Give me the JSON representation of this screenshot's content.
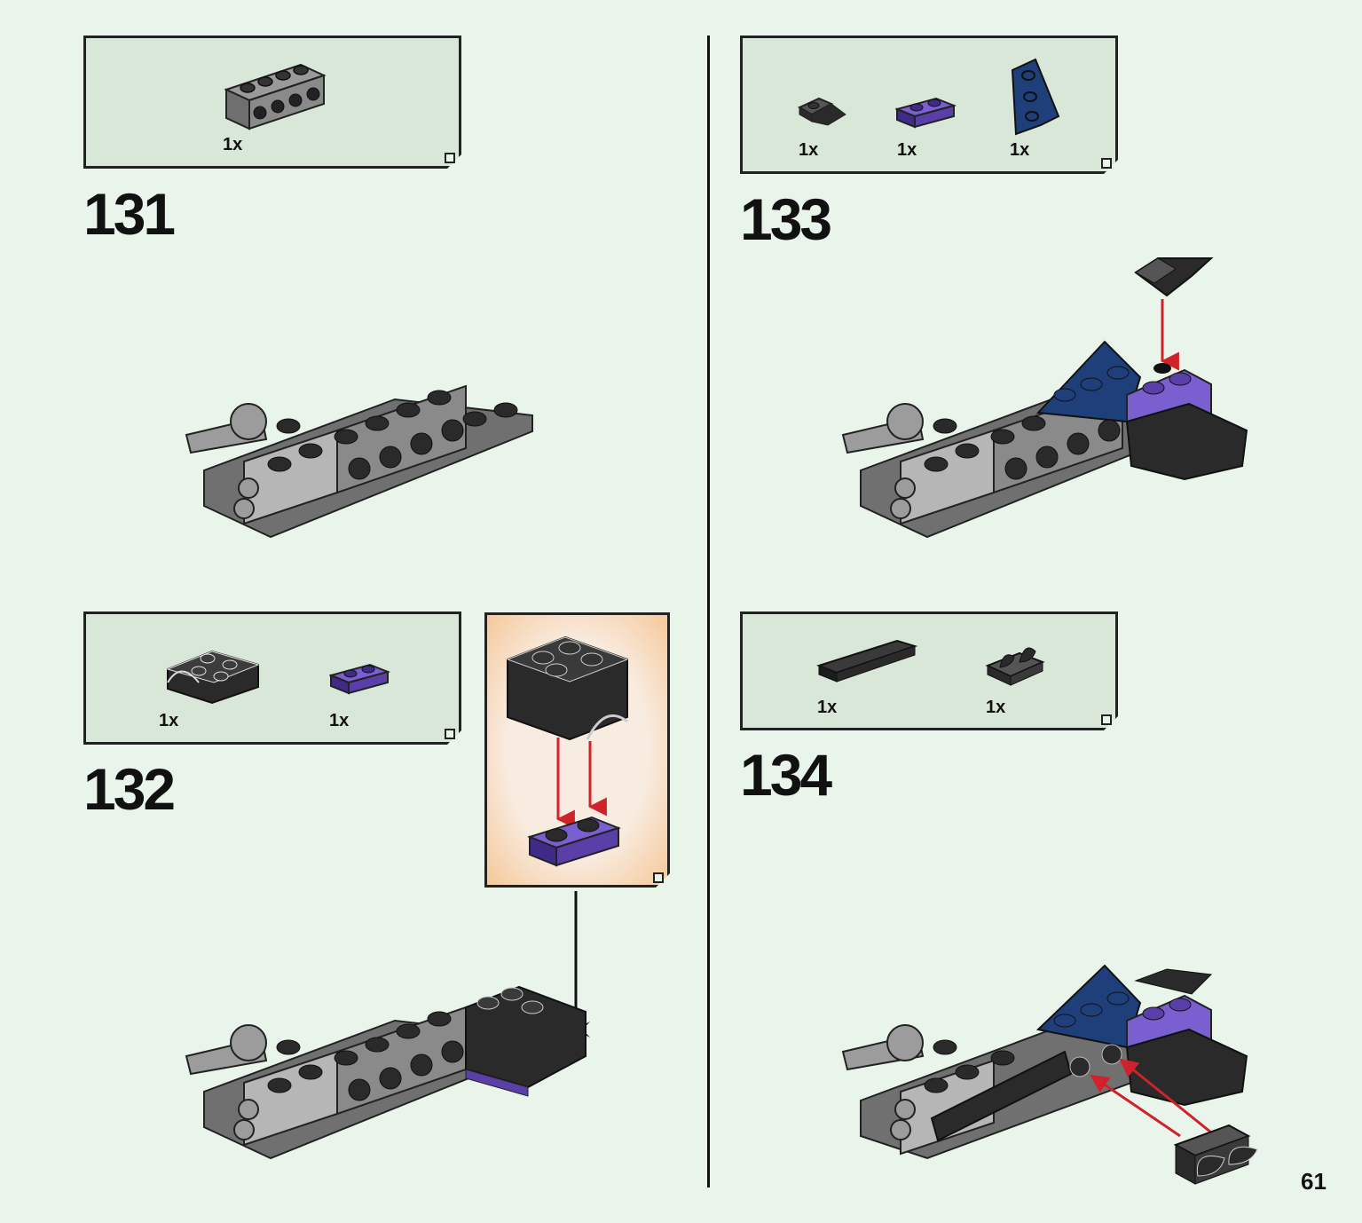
{
  "steps": {
    "s131": {
      "number": "131",
      "parts": [
        {
          "qty": "1x",
          "icon": "gray-1x4-brick-with-side-studs"
        }
      ]
    },
    "s132": {
      "number": "132",
      "parts": [
        {
          "qty": "1x",
          "icon": "black-bracket-with-clip"
        },
        {
          "qty": "1x",
          "icon": "purple-1x2-plate"
        }
      ]
    },
    "s133": {
      "number": "133",
      "parts": [
        {
          "qty": "1x",
          "icon": "black-plate-with-tooth"
        },
        {
          "qty": "1x",
          "icon": "purple-1x2-plate"
        },
        {
          "qty": "1x",
          "icon": "blue-wedge-plate"
        }
      ]
    },
    "s134": {
      "number": "134",
      "parts": [
        {
          "qty": "1x",
          "icon": "black-1x4-tile"
        },
        {
          "qty": "1x",
          "icon": "black-plate-with-two-teeth"
        }
      ]
    }
  },
  "page": {
    "number": "61"
  },
  "colors": {
    "background": "#e9f5ea",
    "parts_box": "#d9e7d8",
    "callout": "#f8ece1",
    "arrow_red": "#d0222b",
    "gray": "#8c8c8c",
    "light_gray": "#b9b9b9",
    "black": "#2a2a2a",
    "purple": "#5a3fa8",
    "blue": "#1f3f7a"
  }
}
